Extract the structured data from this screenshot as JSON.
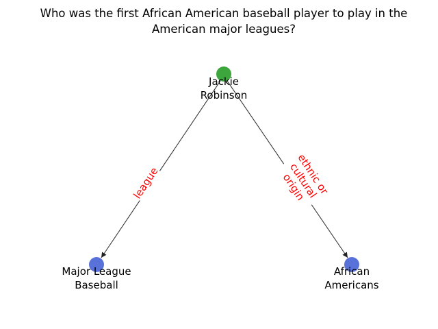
{
  "question": {
    "line1": "Who was the first African American baseball player to play in the",
    "line2": "American major leagues?"
  },
  "colors": {
    "subject_node": "#2ca02c",
    "object_node": "#4a66d6",
    "edge_line": "#333333",
    "edge_label": "#ff0000"
  },
  "nodes": [
    {
      "id": "jackie",
      "line1": "Jackie",
      "line2": "Robinson",
      "role": "subject"
    },
    {
      "id": "mlb",
      "line1": "Major League",
      "line2": "Baseball",
      "role": "object"
    },
    {
      "id": "african",
      "line1": "African",
      "line2": "Americans",
      "role": "object"
    }
  ],
  "edges": [
    {
      "from": "jackie",
      "to": "mlb",
      "line1": "league"
    },
    {
      "from": "jackie",
      "to": "african",
      "line1": "ethnic or",
      "line2": "cultural",
      "line3": "origin"
    }
  ]
}
